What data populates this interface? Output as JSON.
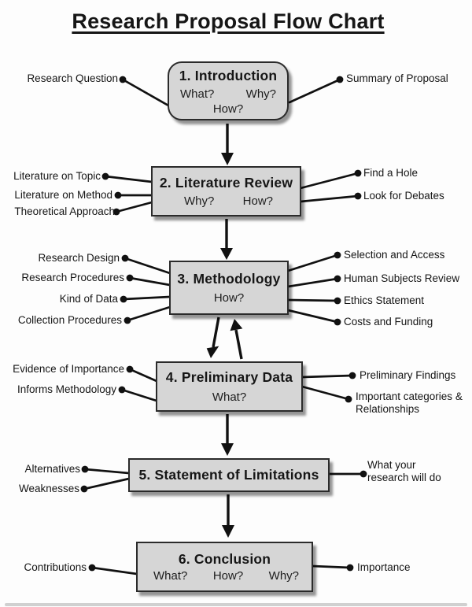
{
  "title": "Research Proposal Flow Chart",
  "boxes": [
    {
      "heading": "1. Introduction",
      "questions": [
        "What?",
        "Why?",
        "How?"
      ],
      "left": [
        "Research Question"
      ],
      "right": [
        "Summary of Proposal"
      ]
    },
    {
      "heading": "2. Literature Review",
      "questions": [
        "Why?",
        "How?"
      ],
      "left": [
        "Literature on Topic",
        "Literature on Method",
        "Theoretical Approach"
      ],
      "right": [
        "Find a Hole",
        "Look for Debates"
      ]
    },
    {
      "heading": "3. Methodology",
      "questions": [
        "How?"
      ],
      "left": [
        "Research Design",
        "Research Procedures",
        "Kind of Data",
        "Collection Procedures"
      ],
      "right": [
        "Selection and Access",
        "Human Subjects Review",
        "Ethics Statement",
        "Costs and Funding"
      ]
    },
    {
      "heading": "4. Preliminary Data",
      "questions": [
        "What?"
      ],
      "left": [
        "Evidence of Importance",
        "Informs Methodology"
      ],
      "right": [
        "Preliminary Findings",
        "Important categories & Relationships"
      ]
    },
    {
      "heading": "5. Statement of Limitations",
      "questions": [],
      "left": [
        "Alternatives",
        "Weaknesses"
      ],
      "right": [
        "What your research will do"
      ]
    },
    {
      "heading": "6. Conclusion",
      "questions": [
        "What?",
        "How?",
        "Why?"
      ],
      "left": [
        "Contributions"
      ],
      "right": [
        "Importance"
      ]
    }
  ],
  "connections": [
    "1→2",
    "2→3",
    "3⇄4",
    "4→5",
    "5→6"
  ],
  "colors": {
    "box_fill": "#d6d6d6",
    "box_border": "#2b2b2b",
    "line": "#111111",
    "text": "#151515",
    "background": "#fdfdfd"
  }
}
